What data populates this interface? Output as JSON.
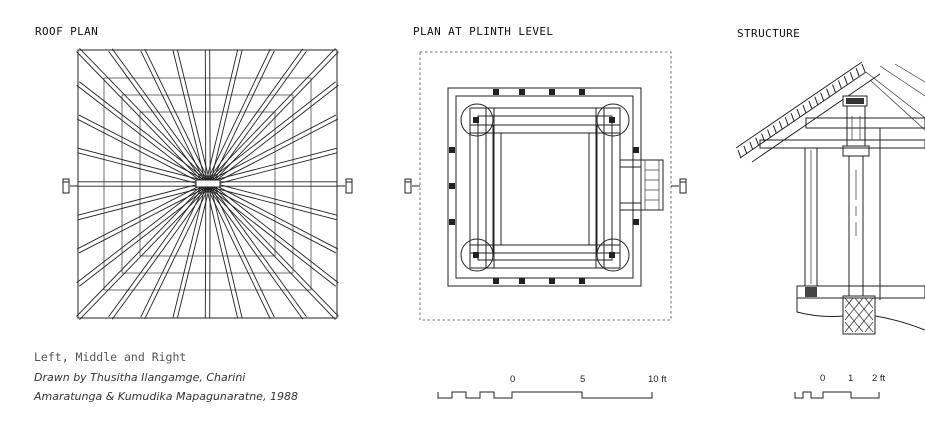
{
  "panels": {
    "roof_plan": {
      "title": "ROOF PLAN"
    },
    "plinth_plan": {
      "title": "PLAN AT PLINTH LEVEL"
    },
    "structure": {
      "title": "STRUCTURE"
    }
  },
  "caption": {
    "line1": "Left, Middle and Right",
    "line2": "Drawn by Thusitha Ilangamge, Charini",
    "line3": "Amaratunga & Kumudika Mapagunaratne, 1988"
  },
  "scales": {
    "plan": {
      "ticks": [
        "0",
        "5",
        "10 ft"
      ]
    },
    "structure": {
      "ticks": [
        "0",
        "1",
        "2 ft"
      ]
    }
  },
  "colors": {
    "ink": "#222222",
    "paper": "#ffffff"
  }
}
